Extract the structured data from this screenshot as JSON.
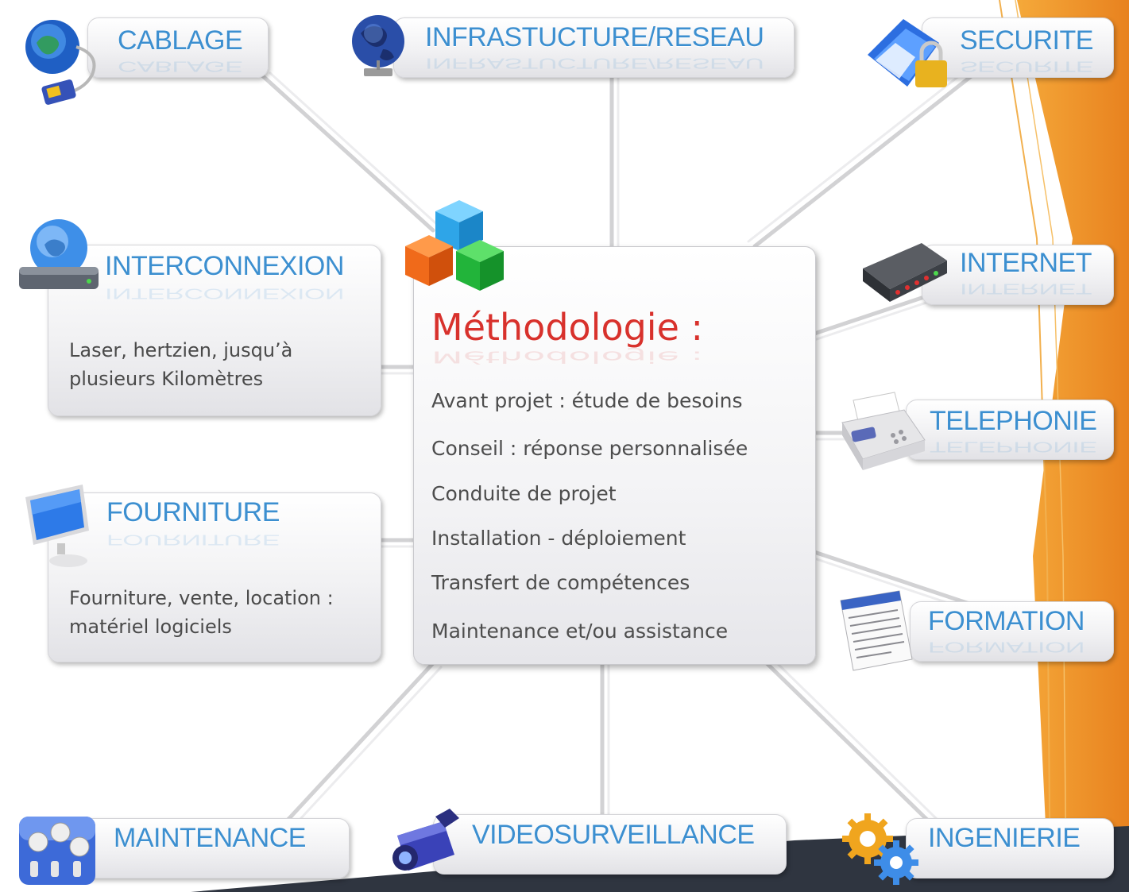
{
  "center": {
    "title": "Méthodologie :",
    "steps": [
      "Avant projet : étude de  besoins",
      "Conseil : réponse personnalisée",
      "Conduite de projet",
      "Installation - déploiement",
      "Transfert de compétences",
      "Maintenance et/ou assistance"
    ],
    "icon": "colored-cubes-icon"
  },
  "nodes": {
    "cablage": {
      "label": "CABLAGE",
      "icon": "globe-cable-icon"
    },
    "infrastructure": {
      "label": "INFRASTUCTURE/RESEAU",
      "icon": "network-globe-icon"
    },
    "securite": {
      "label": "SECURITE",
      "icon": "folder-lock-icon"
    },
    "interconnexion": {
      "label": "INTERCONNEXION",
      "icon": "globe-drive-icon",
      "desc_line1": "Laser, hertzien, jusqu’à",
      "desc_line2": "plusieurs Kilomètres"
    },
    "internet": {
      "label": "INTERNET",
      "icon": "modem-icon"
    },
    "telephonie": {
      "label": "TELEPHONIE",
      "icon": "fax-phone-icon"
    },
    "fourniture": {
      "label": "FOURNITURE",
      "icon": "computer-monitor-icon",
      "desc_line1": "Fourniture, vente, location :",
      "desc_line2": "matériel logiciels"
    },
    "formation": {
      "label": "FORMATION",
      "icon": "document-icon"
    },
    "maintenance": {
      "label": "MAINTENANCE",
      "icon": "gauges-panel-icon"
    },
    "videosurveillance": {
      "label": "VIDEOSURVEILLANCE",
      "icon": "video-camera-icon"
    },
    "ingenierie": {
      "label": "INGENIERIE",
      "icon": "gears-icon"
    }
  },
  "colors": {
    "accent_blue": "#3c8fd0",
    "title_red": "#d8312c",
    "slide_orange": "#f0962a",
    "slide_dark": "#2f3540",
    "connector": "#d2d2d4"
  }
}
